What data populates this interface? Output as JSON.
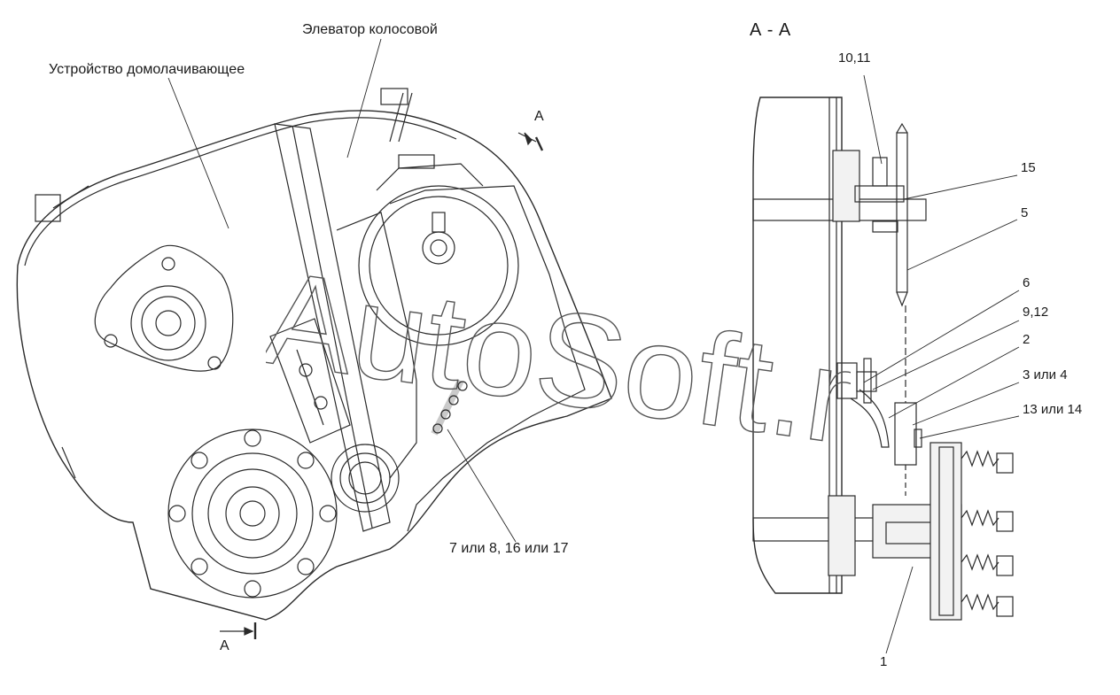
{
  "labels": {
    "elevator": "Элеватор колосовой",
    "threshing": "Устройство домолачивающее",
    "section_title": "A - A",
    "cut_top": "A",
    "cut_bottom": "A",
    "parts_left": "7 или 8, 16 или 17",
    "p10_11": "10,11",
    "p15": "15",
    "p5": "5",
    "p6": "6",
    "p9_12": "9,12",
    "p2": "2",
    "p3_4": "3 или 4",
    "p13_14": "13 или 14",
    "p1": "1"
  },
  "watermark": {
    "text": "AutoSoft.ru"
  },
  "colors": {
    "line": "#2a2a2a",
    "fill": "#f2f2f2",
    "watermark": "#555555"
  }
}
